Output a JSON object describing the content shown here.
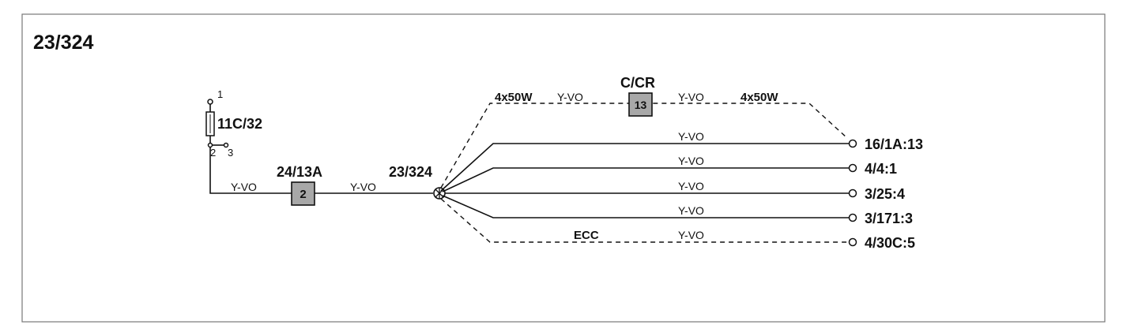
{
  "diagram_id": "23/324",
  "fuse": {
    "label": "11C/32",
    "pin_top": "1",
    "pin_bottom": "2",
    "pin_side": "3"
  },
  "connector_left": {
    "label": "24/13A",
    "pin": "2"
  },
  "splice": {
    "label": "23/324"
  },
  "wire_color": "Y-VO",
  "branch_top": {
    "connector_label": "C/CR",
    "connector_pin": "13",
    "left_tag": "4x50W",
    "right_tag": "4x50W"
  },
  "ecc_label": "ECC",
  "terminals": [
    "16/1A:13",
    "4/4:1",
    "3/25:4",
    "3/171:3",
    "4/30C:5"
  ]
}
